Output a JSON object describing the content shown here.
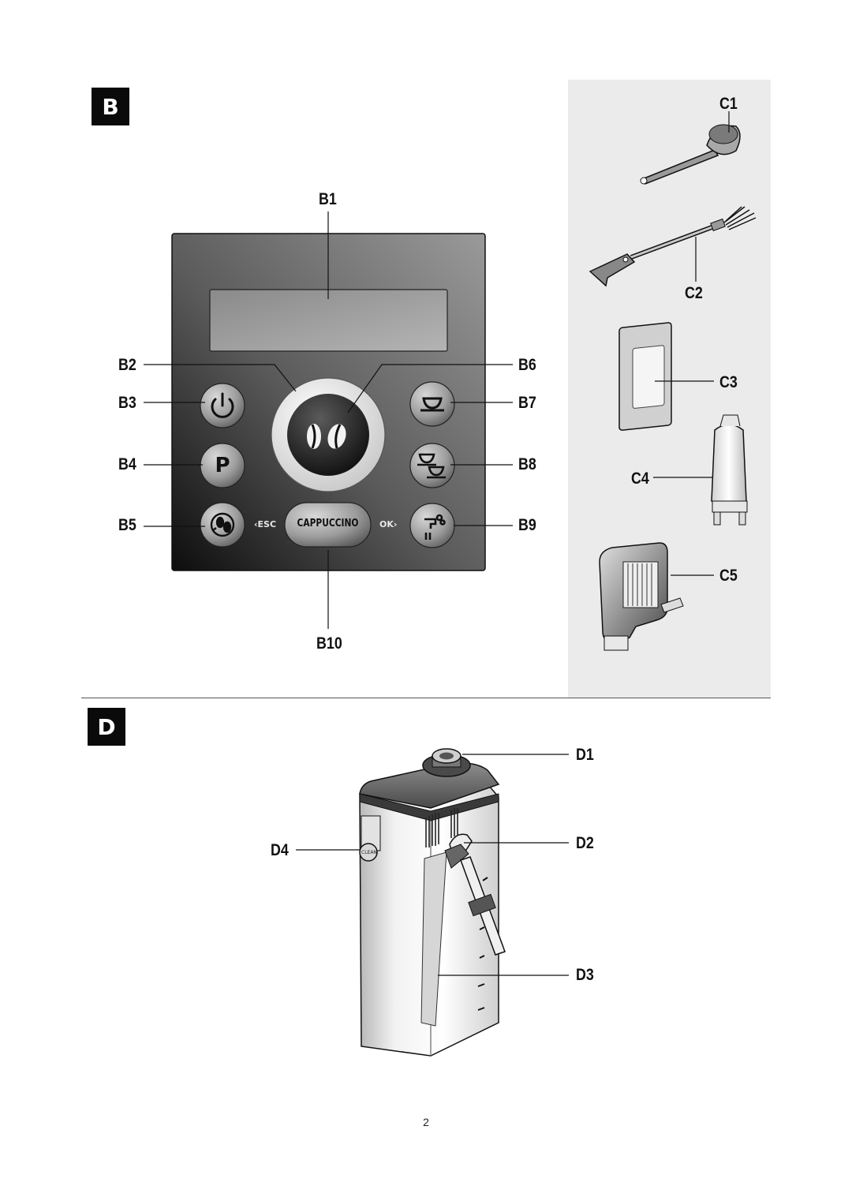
{
  "sections": {
    "b": {
      "tag": "B"
    },
    "c": {
      "tag": "C"
    },
    "d": {
      "tag": "D"
    }
  },
  "panel_b": {
    "callouts": {
      "b1": "B1",
      "b2": "B2",
      "b3": "B3",
      "b4": "B4",
      "b5": "B5",
      "b6": "B6",
      "b7": "B7",
      "b8": "B8",
      "b9": "B9",
      "b10": "B10"
    },
    "buttons": {
      "p_label": "P",
      "esc_label": "‹ESC",
      "cappuccino_label": "CAPPUCCINO",
      "ok_label": "OK›"
    },
    "icons": {
      "b3": "power-icon",
      "b4": "programming-p-icon",
      "b5": "rinse-icon",
      "b2": "coffee-beans-icon",
      "b7": "single-cup-icon",
      "b8": "double-cup-icon",
      "b9": "hot-water-icon"
    }
  },
  "panel_c": {
    "callouts": {
      "c1": "C1",
      "c2": "C2",
      "c3": "C3",
      "c4": "C4",
      "c5": "C5"
    }
  },
  "panel_d": {
    "callouts": {
      "d1": "D1",
      "d2": "D2",
      "d3": "D3",
      "d4": "D4"
    },
    "knob_label": "CLEAN"
  },
  "page_number": "2"
}
